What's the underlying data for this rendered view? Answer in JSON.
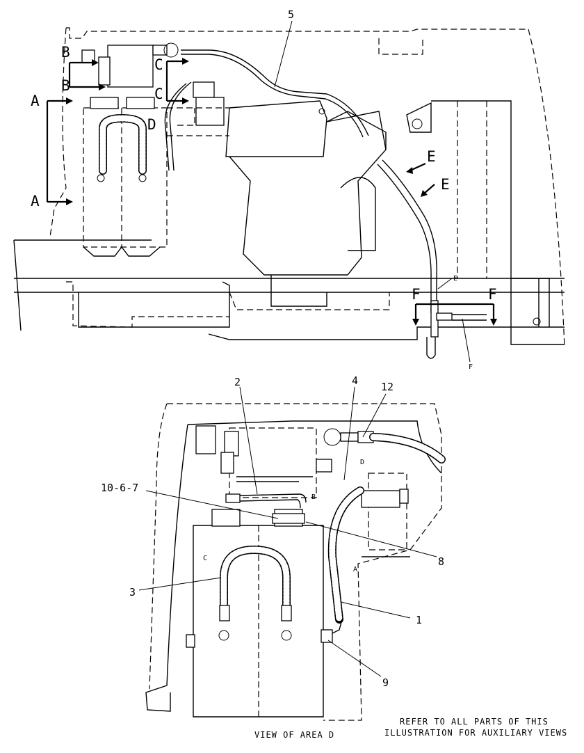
{
  "view_markers": {
    "a_upper": "A",
    "a_lower": "A",
    "b_upper": "B",
    "b_lower": "B",
    "c_upper": "C",
    "c_lower": "C",
    "d": "D",
    "e_upper": "E",
    "e_lower": "E",
    "f_left": "F",
    "f_right": "F"
  },
  "callouts_top": {
    "item_5": "5",
    "hose_e": "E",
    "hose_f": "F"
  },
  "callouts_detail": {
    "item_2": "2",
    "item_4": "4",
    "item_12": "12",
    "item_10_6_7": "10-6-7",
    "item_8": "8",
    "item_3": "3",
    "item_1": "1",
    "item_9": "9",
    "hose_d": "D",
    "hose_b": "B",
    "hose_c": "C",
    "hose_a": "A"
  },
  "captions": {
    "view": "VIEW OF AREA D",
    "note_line1": "REFER TO ALL PARTS OF THIS",
    "note_line2": "ILLUSTRATION FOR AUXILIARY VIEWS"
  }
}
